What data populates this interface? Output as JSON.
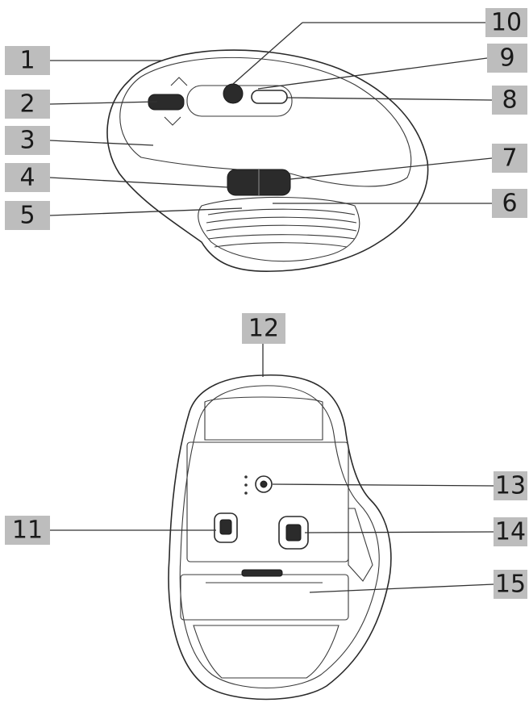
{
  "diagram": {
    "top_view": {
      "callouts": [
        {
          "id": "1",
          "label": "1"
        },
        {
          "id": "2",
          "label": "2"
        },
        {
          "id": "3",
          "label": "3"
        },
        {
          "id": "4",
          "label": "4"
        },
        {
          "id": "5",
          "label": "5"
        },
        {
          "id": "6",
          "label": "6"
        },
        {
          "id": "7",
          "label": "7"
        },
        {
          "id": "8",
          "label": "8"
        },
        {
          "id": "9",
          "label": "9"
        },
        {
          "id": "10",
          "label": "10"
        }
      ]
    },
    "bottom_view": {
      "callouts": [
        {
          "id": "11",
          "label": "11"
        },
        {
          "id": "12",
          "label": "12"
        },
        {
          "id": "13",
          "label": "13"
        },
        {
          "id": "14",
          "label": "14"
        },
        {
          "id": "15",
          "label": "15"
        }
      ]
    },
    "colors": {
      "callout_fill": "#bdbdbd",
      "line": "#2a2a2a",
      "background": "#ffffff"
    }
  }
}
